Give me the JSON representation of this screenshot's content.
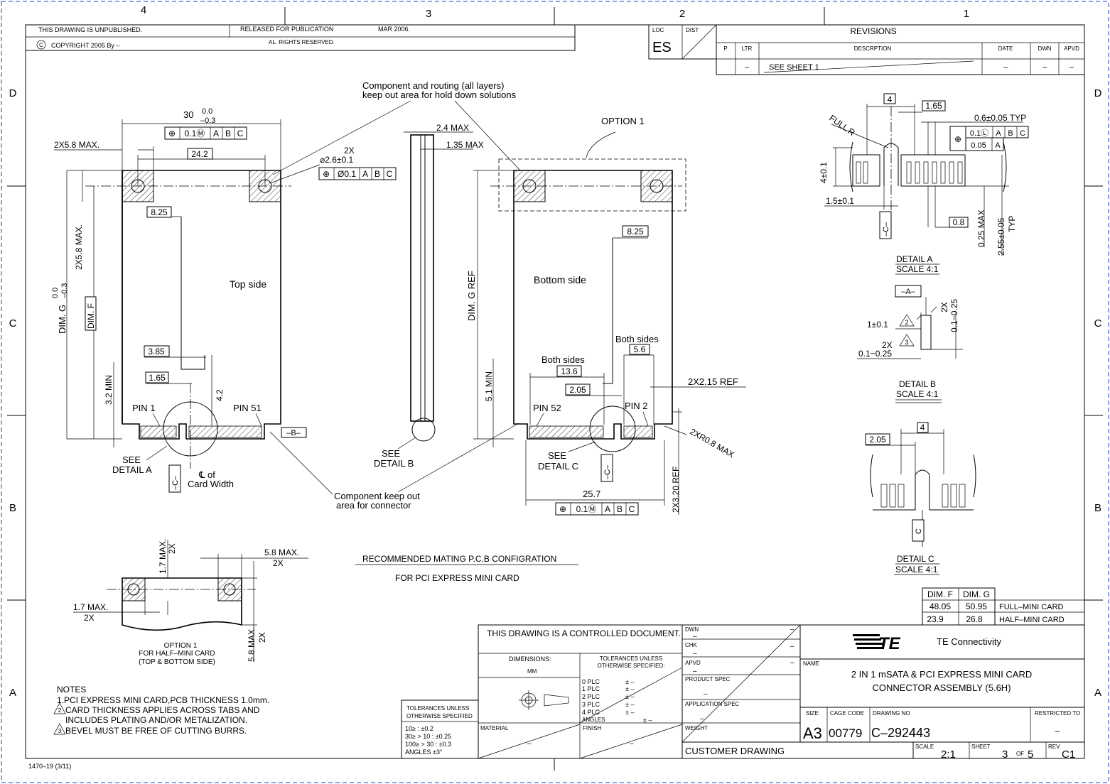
{
  "border": {
    "col_top": [
      "4",
      "3",
      "2",
      "1"
    ],
    "col_bottom": [],
    "row_left": [
      "D",
      "C",
      "B",
      "A"
    ],
    "row_right": [
      "D",
      "C",
      "B",
      "A"
    ]
  },
  "header": {
    "unpublished": "THIS DRAWING IS UNPUBLISHED.",
    "copyright": "COPYRIGHT  2005  By –",
    "released": "RELEASED FOR PUBLICATION",
    "date": "MAR  2006.",
    "rights": "AL. RIGHTS RESERVED.",
    "loc_label": "LOC",
    "loc_value": "ES",
    "dist_label": "DIST"
  },
  "revisions": {
    "title": "REVISIONS",
    "cols": [
      "P",
      "LTR",
      "DESCRPTION",
      "DATE",
      "DWN",
      "APVD"
    ],
    "row": [
      "",
      "–",
      "SEE SHEET 1",
      "–",
      "–",
      "–"
    ]
  },
  "top_view": {
    "label": "Top side",
    "keepout_note_1": "Component and routing (all layers)",
    "keepout_note_2": "keep out area for hold down solutions",
    "dim_30": "30",
    "dim_30_tol_up": "0.0",
    "dim_30_tol_dn": "–0.3",
    "fcf_top": [
      "⊕",
      "0.1Ⓜ",
      "A",
      "B",
      "C"
    ],
    "dim_2x58": "2X5.8 MAX.",
    "dim_242": "24.2",
    "dim_2x": "2X",
    "dim_hole": "⌀2.6±0.1",
    "fcf_hole": [
      "⊕",
      "Ø0.1",
      "A",
      "B",
      "C"
    ],
    "dim_825": "8.25",
    "dim_2x58_vert": "2X5.8 MAX.",
    "dim_g": "DIM. G",
    "dim_g_up": "0.0",
    "dim_g_dn": "–0.3",
    "dim_f": "DIM. F",
    "dim_385": "3.85",
    "dim_165": "1.65",
    "dim_42": "4.2",
    "dim_32min": "3.2 MIN",
    "pin1": "PIN 1",
    "pin51": "PIN 51",
    "datum_b": "–B–",
    "see_a_1": "SEE",
    "see_a_2": "DETAIL A",
    "datum_c": "–C–",
    "cl_1": "℄ of",
    "cl_2": "Card Width"
  },
  "side_view": {
    "dim_24": "2.4 MAX",
    "dim_135": "1.35 MAX",
    "see_b_1": "SEE",
    "see_b_2": "DETAIL B",
    "keepout_1": "Component keep out",
    "keepout_2": "area for connector"
  },
  "bottom_view": {
    "label": "Bottom side",
    "option1": "OPTION 1",
    "dim_g_ref": "DIM. G REF",
    "dim_825": "8.25",
    "both_sides_1": "Both sides",
    "dim_56": "5.6",
    "both_sides_2": "Both sides",
    "dim_136": "13.6",
    "dim_205": "2.05",
    "dim_215": "2X2.15 REF",
    "dim_51min": "5.1 MIN",
    "pin52": "PIN 52",
    "pin2": "PIN 2",
    "dim_r08": "2XR0.8 MAX",
    "see_c_1": "SEE",
    "see_c_2": "DETAIL C",
    "datum_c": "–C–",
    "dim_257": "25.7",
    "fcf": [
      "⊕",
      "0.1Ⓜ",
      "A",
      "B",
      "C"
    ],
    "dim_320": "2X3.20 REF"
  },
  "detail_a": {
    "dim_4": "4",
    "dim_165": "1.65",
    "full_r": "FULL R",
    "dim_06": "0.6±0.05  TYP",
    "fcf1": [
      "⊕",
      "0.1Ⓛ",
      "A",
      "B",
      "C"
    ],
    "fcf2": [
      "0.05",
      "A"
    ],
    "dim_4tol": "4±0.1",
    "dim_15": "1.5±0.1",
    "datum_c": "–C–",
    "dim_08": "0.8",
    "dim_025": "0.25 MAX",
    "dim_255": "2.55±0.05",
    "typ": "TYP",
    "title": "DETAIL A",
    "scale": "SCALE 4:1"
  },
  "detail_b": {
    "datum_a": "–A–",
    "dim_1": "1±0.1",
    "flag2": "2",
    "dim_2x": "2X",
    "flag3": "3",
    "dim_025": "0.1~0.25",
    "dim_2x_v": "2X",
    "dim_025_v": "0.1~0.25",
    "title": "DETAIL B",
    "scale": "SCALE 4:1"
  },
  "detail_c": {
    "dim_205": "2.05",
    "dim_4": "4",
    "datum_c": "C",
    "title": "DETAIL C",
    "scale": "SCALE 4:1"
  },
  "option_view": {
    "dim_17": "1.7 MAX.",
    "dim_17_2x": "2X",
    "dim_58": "5.8 MAX.",
    "dim_58_2x": "2X",
    "dim_17b": "1.7 MAX.",
    "dim_17b_2x": "2X",
    "dim_58v": "5.8 MAX.",
    "dim_58v_2x": "2X",
    "title_1": "OPTION 1",
    "title_2": "FOR HALF–MINI CARD",
    "title_3": "(TOP & BOTTOM SIDE)"
  },
  "center_text": {
    "line1": "RECOMMENDED MATING P.C.B CONFIGRATION",
    "line2": "FOR PCI EXPRESS MINI CARD"
  },
  "notes": {
    "title": "NOTES",
    "n1": "1.PCI EXPRESS MINI CARD,PCB THICKNESS 1.0mm.",
    "n2": "CARD THICKNESS APPLIES ACROSS TABS AND",
    "n2b": "INCLUDES PLATING AND/OR METALIZATION.",
    "n3": "BEVEL MUST BE FREE OF CUTTING BURRS.",
    "flag2": "2",
    "flag3": "3"
  },
  "dim_table": {
    "headers": [
      "DIM. F",
      "DIM. G"
    ],
    "rows": [
      {
        "f": "48.05",
        "g": "50.95",
        "name": "FULL–MINI CARD"
      },
      {
        "f": "23.9",
        "g": "26.8",
        "name": "HALF–MINI CARD"
      }
    ]
  },
  "title_block": {
    "controlled": "THIS DRAWING IS A CONTROLLED DOCUMENT.",
    "dimensions": "DIMENSIONS:",
    "mm": "MM",
    "tol_title_1": "TOLERANCES UNLESS",
    "tol_title_2": "OTHERWISE SPECIFIED:",
    "plc": [
      "0 PLC",
      "1 PLC",
      "2 PLC",
      "3 PLC",
      "4 PLC",
      "ANGLES"
    ],
    "plc_val": [
      "± –",
      "± –",
      "± –",
      "± –",
      "± –",
      "± –"
    ],
    "material": "MATERIAL",
    "finish": "FINISH",
    "material_val": "–",
    "finish_val": "–",
    "tol_left_1": "TOLERANCES UNLESS",
    "tol_left_2": "OTHERWISE SPECIFIED",
    "tol_left_rows": [
      "10≥  : ±0.2",
      "30≥  > 10 : ±0.25",
      "100≥  > 30 : ±0.3",
      "ANGLES  ±3°"
    ],
    "dwn": "DWN",
    "chk": "CHK",
    "apvd": "APVD",
    "product_spec": "PRODUCT SPEC",
    "application_spec": "APPLICATION SPEC",
    "weight": "WEIGHT",
    "dash": "–",
    "company": "TE Connectivity",
    "logo": "TE",
    "name_label": "NAME",
    "name_1": "2 IN 1 mSATA & PCI EXPRESS MINI CARD",
    "name_2": "CONNECTOR ASSEMBLY (5.6H)",
    "size_label": "SIZE",
    "cage_label": "CAGE CODE",
    "dwg_label": "DRAWING NO",
    "restricted_label": "RESTRICTED TO",
    "size": "A3",
    "cage": "00779",
    "dwg": "C–292443",
    "restricted": "–",
    "customer": "CUSTOMER DRAWING",
    "scale_label": "SCALE",
    "scale": "2:1",
    "sheet_label": "SHEET",
    "sheet": "3",
    "of": "OF",
    "sheets": "5",
    "rev_label": "REV",
    "rev": "C1"
  },
  "footer": "1470–19 (3/11)"
}
